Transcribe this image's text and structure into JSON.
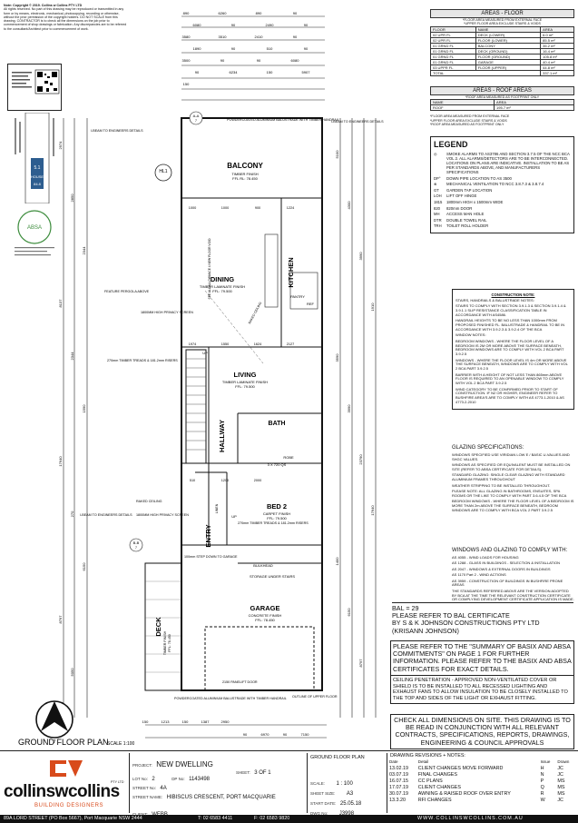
{
  "copyright": {
    "title": "Note: Copyright © 2019. Collins w Collins PTY LTD",
    "body": "All rights reserved. No part of this drawing may be reproduced or transmitted in any form or by means, electronic, mechanical, photocopying, recording or otherwise, without the prior permission of the copyright holders. DO NOT SCALE from this drawing. CONTRACTOR is to check all the dimensions on the job prior to commencement of shop drawings or fabrication. Any discrepancies are to be referred to the consultant/Architect prior to commencement of work."
  },
  "badges": {
    "house_rating": "5.1",
    "house_label": "HOUSE",
    "house_stars": "84.8",
    "absa": "ABSA",
    "web": "www.hstars.gov.au"
  },
  "areas_floor": {
    "title": "AREAS - FLOOR",
    "note1": "*FLOOR AREA MEASURED FROM EXTERNAL FACE",
    "note2": "*UPPER FLOOR AREA EXCLUDE STAIRS & VOIDS",
    "headers": [
      "FLOOR",
      "NAME",
      "AREA"
    ],
    "rows": [
      [
        "02 UPR FL",
        "DECK (LOWER)",
        "6.0 m²"
      ],
      [
        "02 UPR FL",
        "FLOOR (LOWER)",
        "85.5 m²"
      ],
      [
        "01 GRND FL",
        "BALCONY",
        "35.2 m²"
      ],
      [
        "01 GRND FL",
        "DECK (GROUND)",
        "16.4 m²"
      ],
      [
        "01 GRND FL",
        "FLOOR (GROUND)",
        "105.8 m²"
      ],
      [
        "01 GRND FL",
        "GARAGE",
        "40.4 m²"
      ],
      [
        "03 UPPR FL",
        "FLOOR (UPPER)",
        "44.8 m²"
      ]
    ],
    "total_label": "TOTAL",
    "total": "337.1 m²"
  },
  "areas_roof": {
    "title": "AREAS - ROOF AREAS",
    "note": "*ROOF AREA MEASURED AS FOOTPRINT ONLY",
    "headers": [
      "NAME",
      "AREA"
    ],
    "rows": [
      [
        "ROOF",
        "195.7 m²"
      ]
    ],
    "notes": [
      "*FLOOR AREA MEASURED FROM EXTERNAL FACE",
      "*UPPER FLOOR AREA EXCLUDE STAIRS & VOIDS",
      "*ROOF AREA MEASURED AS FOOTPRINT ONLY"
    ]
  },
  "legend": {
    "title": "LEGEND",
    "items": [
      {
        "sym": "◎",
        "text": "SMOKE ALARMS TO AS3786 AND SECTION 3.7.5 OF THE NCC BCA VOL 2. ALL ALARMS/DETECTORS ARE TO BE INTERCONNECTED. LOCATIONS ON PLANS ARE INDICATIVE. INSTALLATION TO BE AS PER STANDARDS ABOVE, AND MANUFACTURERS SPECIFICATIONS"
      },
      {
        "sym": "DP°",
        "text": "DOWN PIPE LOCATION TO AS 3500"
      },
      {
        "sym": "⊗",
        "text": "MECHANICAL VENTILATION TO NCC 3.8.7.3 & 3.8.7.4"
      },
      {
        "sym": "GT",
        "text": "GARDEN TAP LOCATION"
      },
      {
        "sym": "LOH",
        "text": "LIFT OFF HINGE"
      },
      {
        "sym": "1815",
        "text": "1800mm HIGH x 1500mm WIDE"
      },
      {
        "sym": "820",
        "text": "820mm DOOR"
      },
      {
        "sym": "MH",
        "text": "ACCESS MAN HOLE"
      },
      {
        "sym": "DTR",
        "text": "DOUBLE TOWEL RAIL"
      },
      {
        "sym": "TRH",
        "text": "TOILET ROLL HOLDER"
      }
    ]
  },
  "construction": {
    "title": "CONSTRUCTION NOTE:",
    "paras": [
      "STAIRS, HANDRAILS & BALUSTRADE NOTES:",
      "STAIRS TO COMPLY WITH SECTION 3.9.1.3 & SECTION 3.9.1.4 & 3.9.1.1 SLIP RESISTANCE CLASSIFICATION TABLE IN ACCORDANCE WITH AS4586.",
      "HANDRAIL HEIGHTS TO BE NO LESS THAN 1000mm FROM PROPOSED FINISHED FL. BALUSTRADE & HANDRAIL TO BE IN ACCORDANCE WITH 3.9.2.3 & 3.9.2.4 OF THE BCA",
      "WINDOW NOTES:",
      "BEDROOM WINDOWS - WHERE THE FLOOR LEVEL OF A BEDROOM IS 2M OR MORE ABOVE THE SURFACE BENEATH, BEDROOM WINDOWS ARE TO COMPLY WITH VOL 2 BCA PART 3.9.2.5",
      "WINDOWS - WHERE THE FLOOR LEVEL IS 4m OR MORE ABOVE THE SURFACE BENEATH, WINDOWS ARE TO COMPLY WITH VOL 2 BCA PART 3.9.2.5",
      "BARRIER WITH A HEIGHT OF NOT LESS THAN 865mm ABOVE FLOOR IS REQUIRED TO AN OPENABLE WINDOW TO COMPLY WITH VOL 2 BCA PART 3.9.2.5",
      "WIND CATEGORY TO BE CONFIRMED PRIOR TO START OF CONSTRUCTION. IF N2 OR HIGHER, ENGINEER REFER TO BUSHFIRE AREA'S ARE TO COMPLY WITH AS 4773.1-2010 & AS 4773.2-2010"
    ]
  },
  "glazing": {
    "title": "GLAZING SPECIFICATIONS:",
    "paras": [
      "WINDOWS SPECIFIED USE VIRIDIAN LOW E / BASIC U-VALUES AND SHGC VALUES.",
      "WINDOWS AS SPECIFIED OR EQUIVALENT MUST BE INSTALLED ON SITE (REFER TO ABSA CERTIFICATE FOR DETAILS).",
      "STANDARD GLAZING: SINGLE CLEAR GLAZING WITH STANDARD ALUMINIUM FRAMES THROUGHOUT",
      "WEATHER STRIPPING TO BE INSTALLED THROUGHOUT.",
      "PLEASE NOTE: ALL GLAZING IN BATHROOMS, ENSUITES, SPA ROOMS OR THE LIKE TO COMPLY WITH PART 3.6.4.5 OF THE BCA",
      "BEDROOM WINDOWS - WHERE THE FLOOR LEVEL OF A BEDROOM IS MORE THAN 2m ABOVE THE SURFACE BENEATH, BEDROOM WINDOWS ARE TO COMPLY WITH BCA VOL 2 PART 3.9.2.5"
    ]
  },
  "windows": {
    "title": "WINDOWS AND GLAZING TO COMPLY WITH:",
    "paras": [
      "AS 4055 - WIND LOADS FOR HOUSING",
      "AS 1288 - GLASS IN BUILDINGS - SELECTION & INSTALLATION",
      "AS 2047 - WINDOWS & EXTERNAL DOORS IN BUILDINGS",
      "AS 1170 Part 2 - WIND ACTIONS",
      "AS 3959 - CONSTRUCTION OF BUILDINGS IN BUSHFIRE PRONE AREAS",
      "THE STANDARDS REFERRED ABOVE ARE THE VERSION ADOPTED BY BCA AT THE TIME THE RELEVANT CONSTRUCTION CERTIFICATE OR COMPLYING DEVELOPMENT CERTIFICATE APPLICATION IS MADE."
    ]
  },
  "bal": {
    "line1": "BAL = 29",
    "line2": "PLEASE REFER TO BAL CERTIFICATE",
    "line3": "BY S & K JOHNSON CONSTRUCTIONS PTY LTD",
    "line4": "(KRISANN JOHNSON)"
  },
  "basix": "PLEASE REFER TO THE \"SUMMARY OF BASIX AND ABSA COMMITMENTS\" ON PAGE 1 FOR FURTHER INFORMATION. PLEASE REFER TO THE BASIX AND ABSA CERTIFICATES FOR EXACT DETAILS.",
  "ceiling": "CEILING PENETRATION - APPROVED NON-VENTILATED COVER OR SHIELD IS TO BE INSTALLED TO ALL RECESSED LIGHTING AND EXHAUST FANS TO ALLOW INSULATION TO BE CLOSELY INSTALLED TO THE TOP AND SIDES OF THE LIGHT OR EXHAUST FITTING.",
  "check": "CHECK ALL DIMENSIONS ON SITE. THIS DRAWING IS TO BE READ IN CONJUNCTION WITH ALL RELEVANT CONTRACTS, SPECIFICATIONS, REPORTS, DRAWINGS, ENGINEERING & COUNCIL APPROVALS",
  "plan": {
    "title": "GROUND FLOOR PLAN",
    "scale": "SCALE 1:100",
    "north": "7",
    "rooms": {
      "balcony": "BALCONY",
      "balcony_fin": "TIMBER FINISH",
      "balcony_ffl": "FFL RL: 78.450",
      "dining": "DINING",
      "dining_fin": "TIMBER LAMINATE FINISH",
      "dining_ffl": "FFL: 79.500",
      "kitchen": "KITCHEN",
      "living": "LIVING",
      "living_fin": "TIMBER LAMINATE FINISH",
      "living_ffl": "FFL: 79.500",
      "hallway": "HALLWAY",
      "bath": "BATH",
      "robe": "ROBE",
      "bed2": "BED 2",
      "bed2_fin": "CARPET FINISH",
      "bed2_ffl": "FFL: 79.500",
      "entry": "ENTRY",
      "linen": "LINEN",
      "garage": "GARAGE",
      "garage_fin": "CONCRETE FINISH",
      "garage_ffl": "FFL: 78.450",
      "deck": "DECK",
      "deck_fin": "TIMBER FINISH",
      "deck_ffl": "FFL: 78.450",
      "storage": "STORAGE UNDER STAIRS",
      "bulkhead": "BULKHEAD",
      "up": "UP",
      "up2": "UP",
      "pantry": "PANTRY",
      "ref": "REF"
    },
    "labels": {
      "hl1": "HL1",
      "aa": "A-A",
      "bb": "B-B",
      "bb_n": "7",
      "aa_n": "7",
      "balustrade_top": "POWDERCOATED ALUMINIUM BALUSTRADE WITH TIMBER HANDRAIL",
      "ibeam1": "I-BEAM TO ENGINEERS DETAILS",
      "ibeam2": "I-BEAM TO ENGINEERS DETAILS",
      "ibeam3": "I-BEAM TO ENGINEERS DETAILS",
      "pergola": "FEATURE PERGOLA ABOVE",
      "privacy1": "1800MM HIGH PRIVACY SCREEN",
      "privacy2": "1800MM HIGH PRIVACY SCREEN",
      "treads1": "270mm TIMBER TREADS & 181.2mm RISERS",
      "treads2": "270mm TIMBER TREADS & 181.2mm RISERS",
      "raked": "RAKED CEILING",
      "raked2": "RAKED CEILING",
      "step": "100mm STEP DOWN TO GARAGE",
      "panel": "2150 PANELIFT DOOR",
      "balustrade_bot": "POWDERCOATED ALUMINIUM BALUSTRADE WITH TIMBER HANDRAIL",
      "outline": "OUTLINE OF UPPER FLOOR",
      "pozi": "3 X 720 QS",
      "tv": "SEE ALL ALLOWANCE 4 NEW FLOOR VOID"
    },
    "dims_top": [
      "890",
      "6260",
      "890",
      "90",
      "6080",
      "90",
      "2490",
      "90",
      "3580",
      "3510",
      "2410",
      "90",
      "1890",
      "90",
      "510",
      "90",
      "3500",
      "90",
      "90",
      "6080",
      "90",
      "6234",
      "150",
      "5907",
      "150"
    ],
    "dims_left": [
      "2974",
      "2850",
      "2344",
      "8137",
      "2344",
      "1590",
      "17640",
      "270",
      "6150",
      "8797",
      "5050"
    ],
    "dims_right": [
      "5100",
      "4300",
      "3990",
      "1910",
      "3590",
      "3990",
      "23790",
      "17640",
      "1400",
      "6150",
      "8797"
    ],
    "dims_bottom": [
      "150",
      "1213",
      "150",
      "1387",
      "2950",
      "90",
      "6970",
      "90",
      "7150"
    ],
    "dims_misc": [
      "1000",
      "1000",
      "900",
      "1224",
      "1974",
      "1550",
      "1624",
      "2127",
      "510",
      "1200",
      "2000"
    ]
  },
  "titleblock": {
    "company": "collinswcollins",
    "company_pty": "PTY LTD",
    "tagline": "BUILDING DESIGNERS",
    "address": "89A LORD STREET (PO Box 5667), Port Macquarie NSW 2444",
    "phone1": "T: 02 6583 4411",
    "phone2": "F: 02 6583 9820",
    "web": "WWW.COLLINSWCOLLINS.COM.AU",
    "project_label": "PROJECT:",
    "project": "NEW DWELLING",
    "lot_label": "LOT No:",
    "lot": "2",
    "dp_label": "DP No:",
    "dp": "1143498",
    "street_no_label": "STREET No:",
    "street_no": "4A",
    "street_name_label": "STREET NAME:",
    "street_name": "HIBISCUS CRESCENT, PORT MACQUARIE",
    "client_label": "CLIENT:",
    "client": "WEBB",
    "sheet_title": "GROUND FLOOR PLAN",
    "sheet_label": "SHEET:",
    "sheet": "3 OF 1",
    "scale_label": "SCALE:",
    "scale": "1 : 100",
    "size_label": "SHEET SIZE:",
    "size": "A3",
    "start_label": "START DATE:",
    "start": "25.05.18",
    "dwg_label": "DWG No:",
    "dwg": "J3998",
    "rev_title": "DRAWING REVISIONS + NOTES:",
    "rev_headers": [
      "Date",
      "Detail",
      "Issue",
      "Drawn"
    ],
    "revisions": [
      [
        "13.02.19",
        "CLIENT CHANGES MOVE FORWARD",
        "H",
        "JC"
      ],
      [
        "03.07.19",
        "FINAL CHANGES",
        "N",
        "JC"
      ],
      [
        "16.07.15",
        "CC PLANS",
        "P",
        "MS"
      ],
      [
        "17.07.19",
        "CLIENT CHANGES",
        "Q",
        "MS"
      ],
      [
        "30.07.19",
        "AWNING & RAISED ROOF OVER ENTRY",
        "R",
        "MS"
      ],
      [
        "13.3.20",
        "RFI CHANGES",
        "W",
        "JC"
      ]
    ]
  }
}
